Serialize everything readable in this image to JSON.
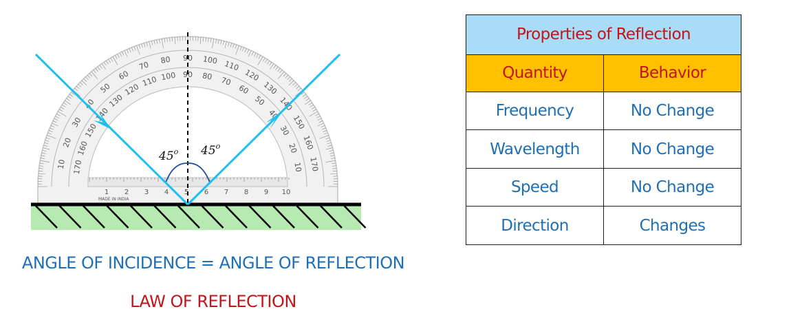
{
  "diagram": {
    "incidence_angle": "45",
    "reflection_angle": "45",
    "angle_superscript": "o",
    "ruler_label": "MADE IN INDIA",
    "protractor_outer_numbers": [
      "10",
      "20",
      "30",
      "40",
      "50",
      "60",
      "70",
      "80",
      "90",
      "100",
      "110",
      "120",
      "130",
      "140",
      "150",
      "160",
      "170"
    ],
    "protractor_inner_numbers": [
      "170",
      "160",
      "150",
      "140",
      "130",
      "120",
      "110",
      "100",
      "90",
      "80",
      "70",
      "60",
      "50",
      "40",
      "30",
      "20",
      "10"
    ],
    "ruler_numbers": [
      "1",
      "2",
      "3",
      "4",
      "5",
      "6",
      "7",
      "8",
      "9",
      "10"
    ],
    "ray_color": "#1ec0f0",
    "surface_color": "#b6eab0"
  },
  "captions": {
    "law": "ANGLE OF INCIDENCE = ANGLE OF REFLECTION",
    "title": "LAW OF REFLECTION"
  },
  "table": {
    "title": "Properties of Reflection",
    "headers": [
      "Quantity",
      "Behavior"
    ],
    "rows": [
      [
        "Frequency",
        "No Change"
      ],
      [
        "Wavelength",
        "No Change"
      ],
      [
        "Speed",
        "No Change"
      ],
      [
        "Direction",
        "Changes"
      ]
    ]
  }
}
